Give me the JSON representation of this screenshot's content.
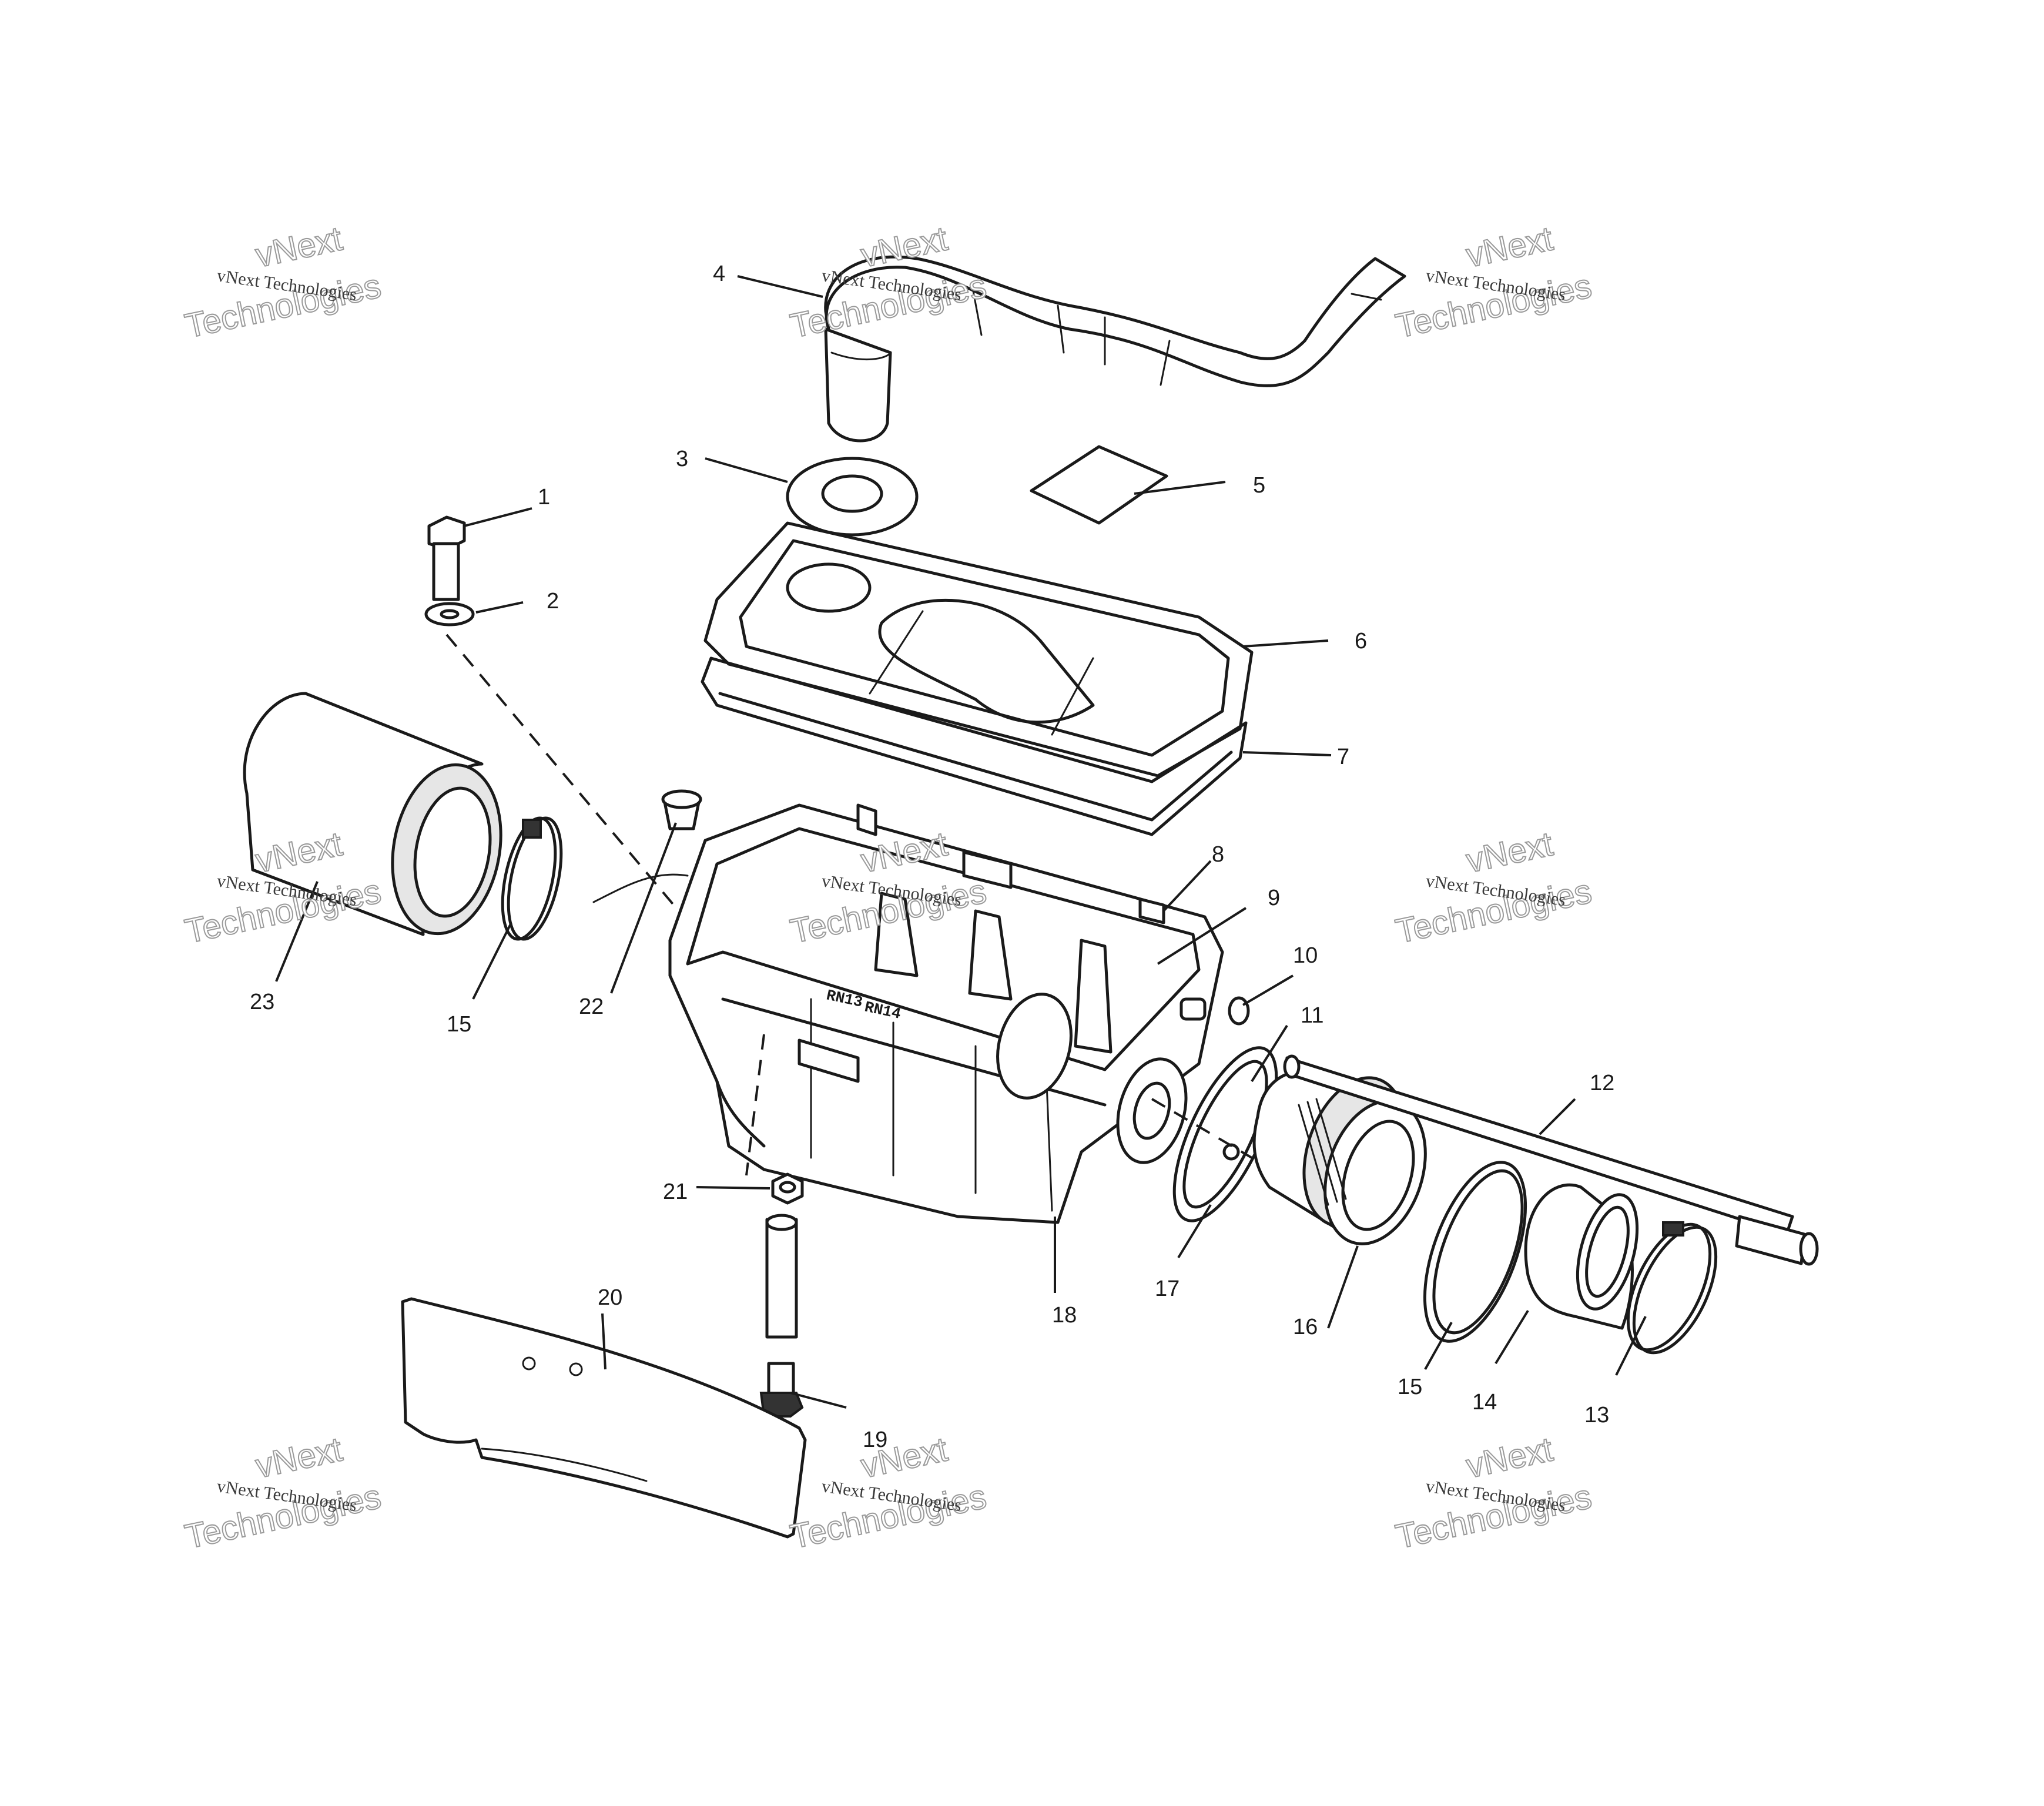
{
  "diagram": {
    "callouts": [
      {
        "id": "1",
        "label": "1"
      },
      {
        "id": "2",
        "label": "2"
      },
      {
        "id": "3",
        "label": "3"
      },
      {
        "id": "4",
        "label": "4"
      },
      {
        "id": "5",
        "label": "5"
      },
      {
        "id": "6",
        "label": "6"
      },
      {
        "id": "7",
        "label": "7"
      },
      {
        "id": "8",
        "label": "8"
      },
      {
        "id": "9",
        "label": "9"
      },
      {
        "id": "10",
        "label": "10"
      },
      {
        "id": "11",
        "label": "11"
      },
      {
        "id": "12",
        "label": "12"
      },
      {
        "id": "13",
        "label": "13"
      },
      {
        "id": "14",
        "label": "14"
      },
      {
        "id": "15a",
        "label": "15"
      },
      {
        "id": "15b",
        "label": "15"
      },
      {
        "id": "16",
        "label": "16"
      },
      {
        "id": "17",
        "label": "17"
      },
      {
        "id": "18",
        "label": "18"
      },
      {
        "id": "19",
        "label": "19"
      },
      {
        "id": "20",
        "label": "20"
      },
      {
        "id": "21",
        "label": "21"
      },
      {
        "id": "22",
        "label": "22"
      },
      {
        "id": "23",
        "label": "23"
      }
    ],
    "box_stamps": [
      "RN13",
      "RN14"
    ]
  },
  "watermark": {
    "line_small": "vNext Technologies",
    "line_large_top": "vNext",
    "line_large_bottom": "Technologies"
  }
}
